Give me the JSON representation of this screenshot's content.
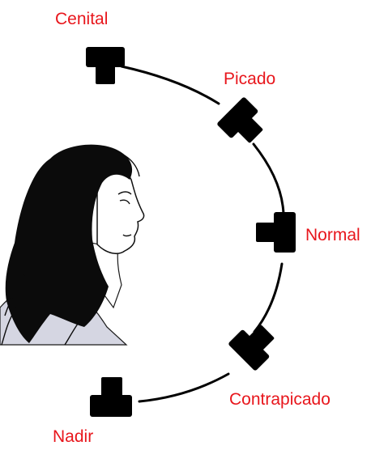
{
  "diagram": {
    "label_color": "#e8161c",
    "line_color": "#000000",
    "camera_color": "#000000",
    "angles": [
      {
        "id": "cenital",
        "label": "Cenital"
      },
      {
        "id": "picado",
        "label": "Picado"
      },
      {
        "id": "normal",
        "label": "Normal"
      },
      {
        "id": "contrapicado",
        "label": "Contrapicado"
      },
      {
        "id": "nadir",
        "label": "Nadir"
      }
    ],
    "subject": "sketch of a woman's head in profile facing right"
  }
}
